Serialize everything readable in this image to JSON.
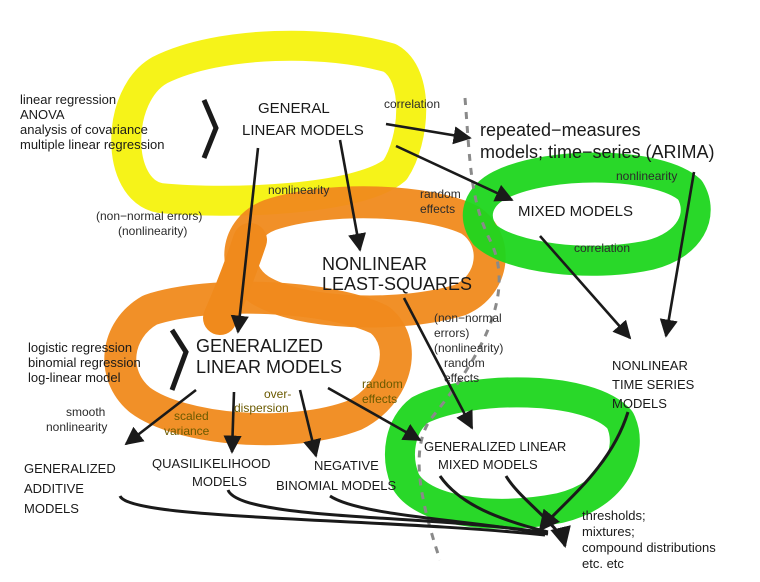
{
  "colors": {
    "yellow": "#f5f200",
    "orange": "#f08a1c",
    "green": "#1ed61e",
    "ink": "#1a1a1a"
  },
  "nodes": {
    "general_linear_models": [
      "GENERAL",
      "LINEAR MODELS"
    ],
    "repeated_measures": [
      "repeated−measures",
      "models; time−series (ARIMA)"
    ],
    "mixed_models": "MIXED MODELS",
    "nonlinear_least_squares": [
      "NONLINEAR",
      "LEAST-SQUARES"
    ],
    "generalized_linear_models": [
      "GENERALIZED",
      "LINEAR MODELS"
    ],
    "nonlinear_time_series": [
      "NONLINEAR",
      "TIME SERIES",
      "MODELS"
    ],
    "glmm": [
      "GENERALIZED LINEAR",
      "MIXED MODELS"
    ],
    "generalized_additive": [
      "GENERALIZED",
      "ADDITIVE",
      "MODELS"
    ],
    "quasilikelihood": [
      "QUASILIKELIHOOD",
      "MODELS"
    ],
    "negative_binomial": [
      "NEGATIVE",
      "BINOMIAL MODELS"
    ],
    "thresholds": [
      "thresholds;",
      "mixtures;",
      "compound distributions",
      "etc. etc"
    ]
  },
  "lists": {
    "linear_list": [
      "linear regression",
      "ANOVA",
      "analysis of covariance",
      "multiple linear regression"
    ],
    "glm_list": [
      "logistic regression",
      "binomial regression",
      "log-linear model"
    ]
  },
  "edge_labels": {
    "correlation_top": "correlation",
    "nonlinearity_left": "nonlinearity",
    "non_normal_errors": [
      "(non−normal errors)",
      "(nonlinearity)"
    ],
    "random_effects_top": [
      "random",
      "effects"
    ],
    "nonlinearity_right": "nonlinearity",
    "correlation_mixed": "correlation",
    "non_normal_stack": [
      "(non−normal",
      "errors)",
      "(nonlinearity)",
      "random",
      "effects"
    ],
    "random_effects_glm": [
      "random",
      "effects"
    ],
    "smooth_nonlinearity": [
      "smooth",
      "nonlinearity"
    ],
    "scaled_variance": [
      "scaled",
      "variance"
    ],
    "overdispersion": [
      "over-",
      "dispersion"
    ]
  }
}
